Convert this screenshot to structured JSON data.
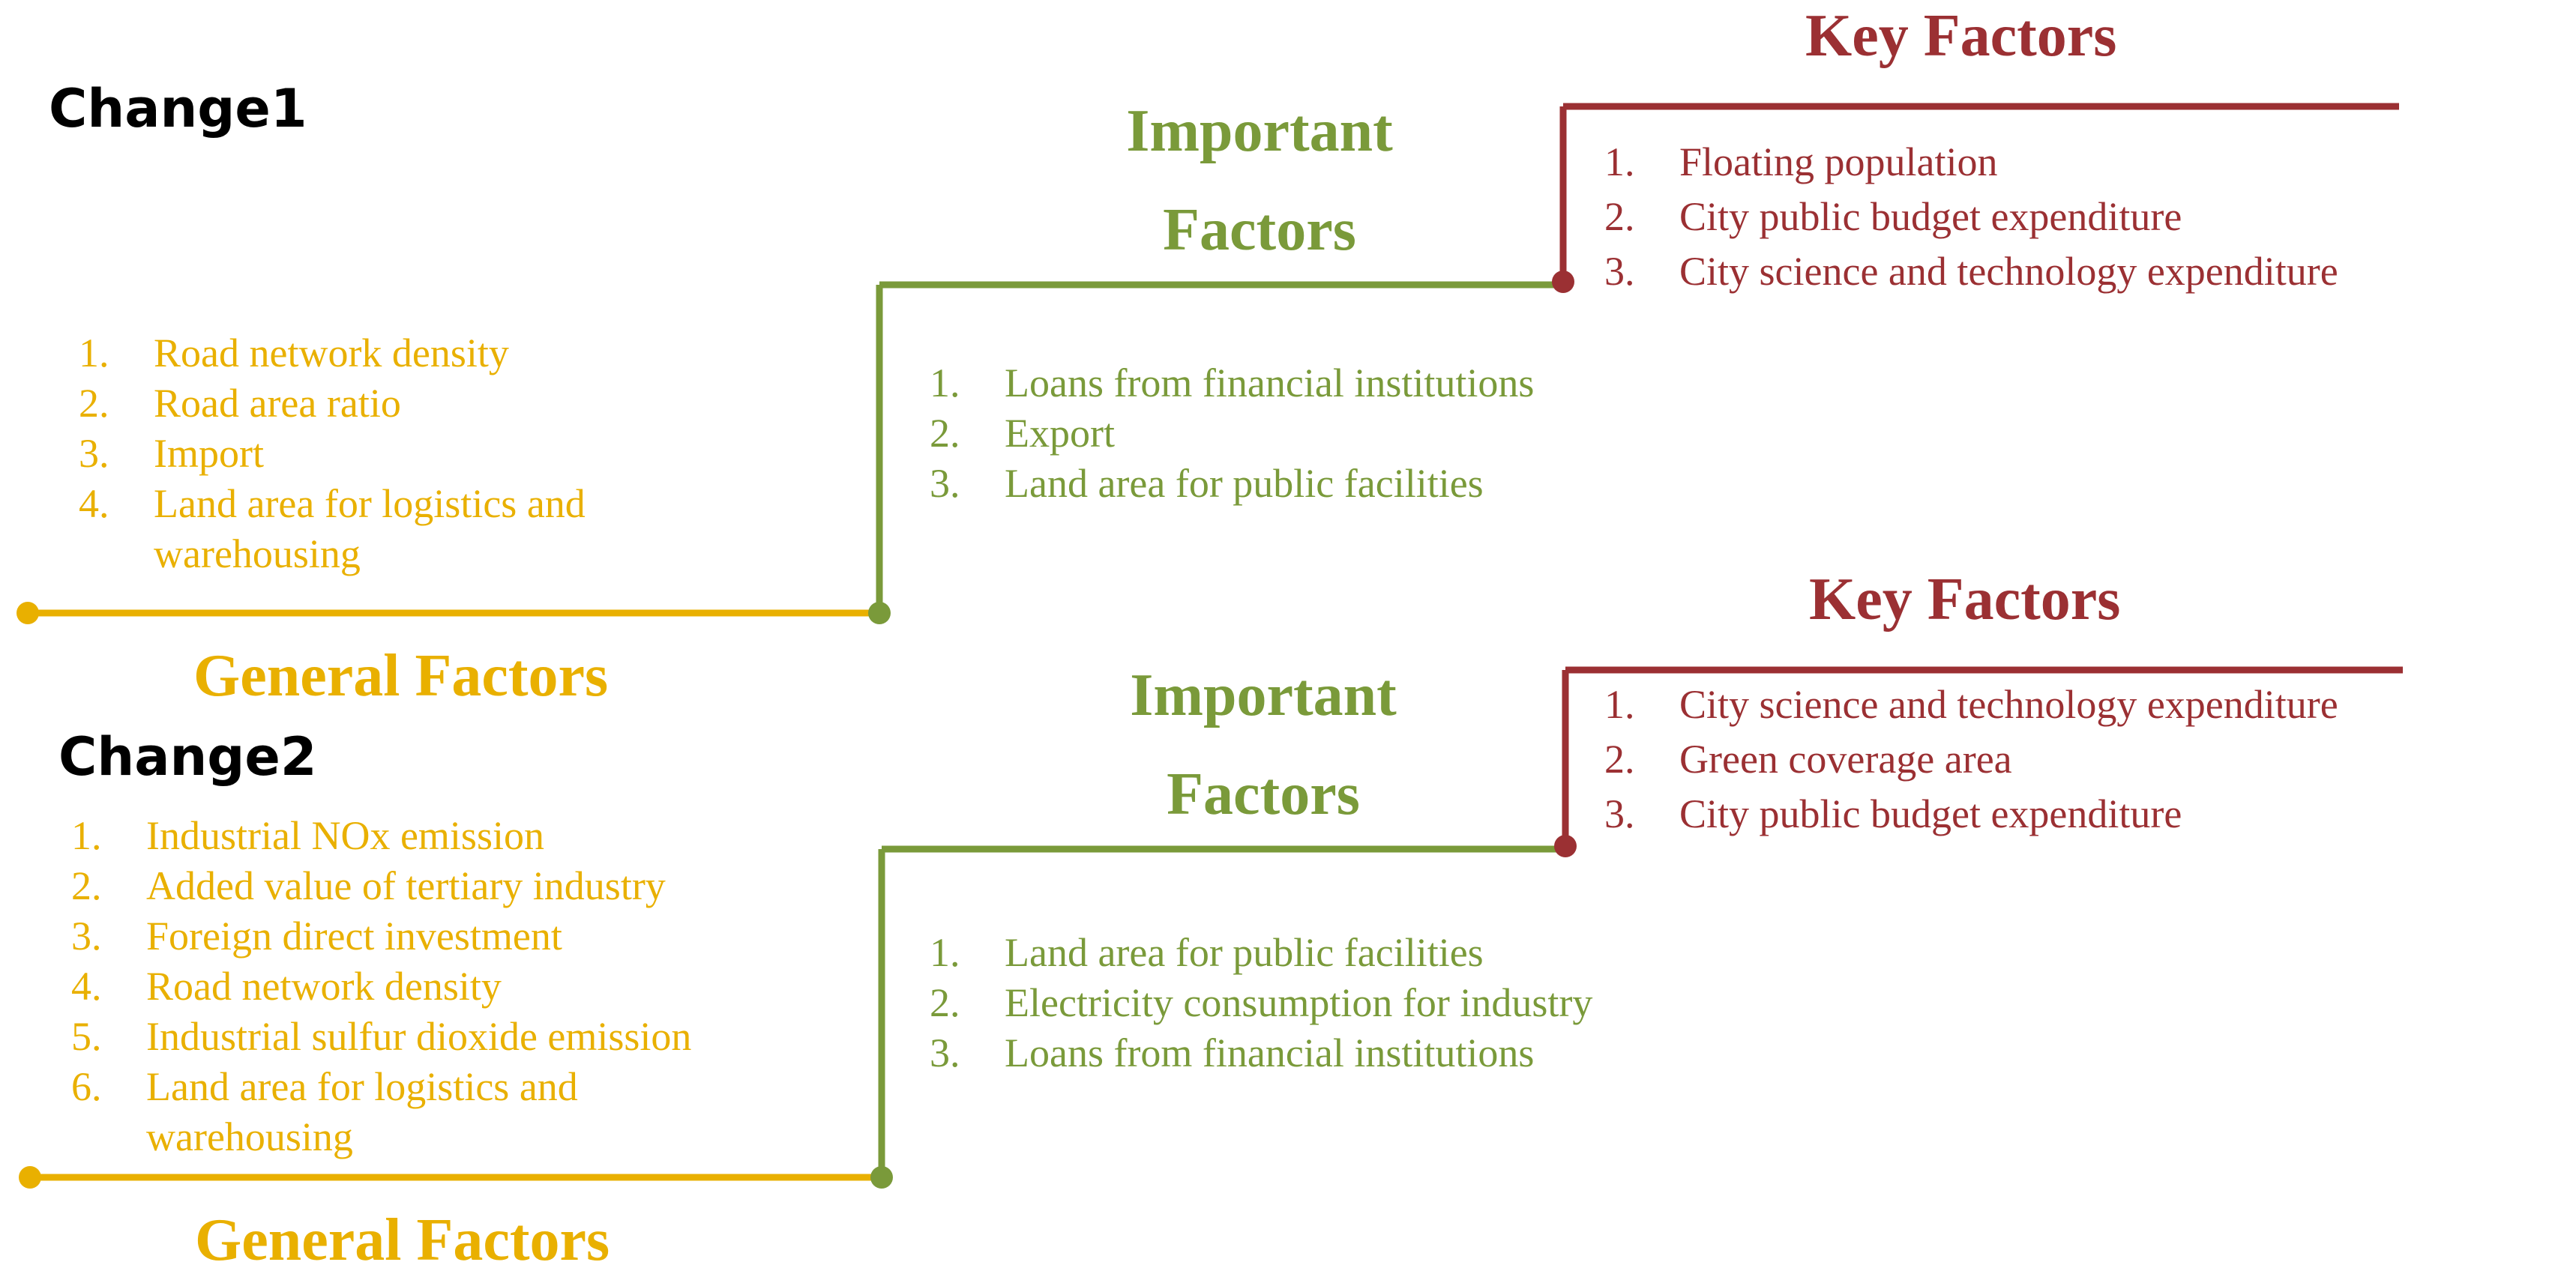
{
  "panels": [
    {
      "change_label": "Change1",
      "general": {
        "title": "General Factors",
        "items": [
          {
            "num": "1.",
            "text": "Road network density"
          },
          {
            "num": "2.",
            "text": "Road area ratio"
          },
          {
            "num": "3.",
            "text": "Import"
          },
          {
            "num": "4.",
            "text": "Land area for logistics and warehousing"
          }
        ]
      },
      "important": {
        "title_line1": "Important",
        "title_line2": "Factors",
        "items": [
          {
            "num": "1.",
            "text": "Loans from financial institutions"
          },
          {
            "num": "2.",
            "text": "Export"
          },
          {
            "num": "3.",
            "text": "Land area for public facilities"
          }
        ]
      },
      "key": {
        "title": "Key Factors",
        "items": [
          {
            "num": "1.",
            "text": "Floating population"
          },
          {
            "num": "2.",
            "text": "City public budget expenditure"
          },
          {
            "num": "3.",
            "text": "City science and technology expenditure"
          }
        ]
      }
    },
    {
      "change_label": "Change2",
      "general": {
        "title": "General Factors",
        "items": [
          {
            "num": "1.",
            "text": "Industrial NOx emission"
          },
          {
            "num": "2.",
            "text": "Added value of tertiary industry"
          },
          {
            "num": "3.",
            "text": "Foreign direct investment"
          },
          {
            "num": "4.",
            "text": "Road network density"
          },
          {
            "num": "5.",
            "text": "Industrial sulfur dioxide emission"
          },
          {
            "num": "6.",
            "text": "Land area for logistics and warehousing"
          }
        ]
      },
      "important": {
        "title_line1": "Important",
        "title_line2": "Factors",
        "items": [
          {
            "num": "1.",
            "text": "Land area for public facilities"
          },
          {
            "num": "2.",
            "text": "Electricity consumption for industry"
          },
          {
            "num": "3.",
            "text": "Loans from financial institutions"
          }
        ]
      },
      "key": {
        "title": "Key Factors",
        "items": [
          {
            "num": "1.",
            "text": "City science and technology expenditure"
          },
          {
            "num": "2.",
            "text": "Green coverage area"
          },
          {
            "num": "3.",
            "text": "City public budget expenditure"
          }
        ]
      }
    }
  ],
  "colors": {
    "general": "#e9b000",
    "important": "#7a9a3a",
    "key": "#9b3033"
  }
}
